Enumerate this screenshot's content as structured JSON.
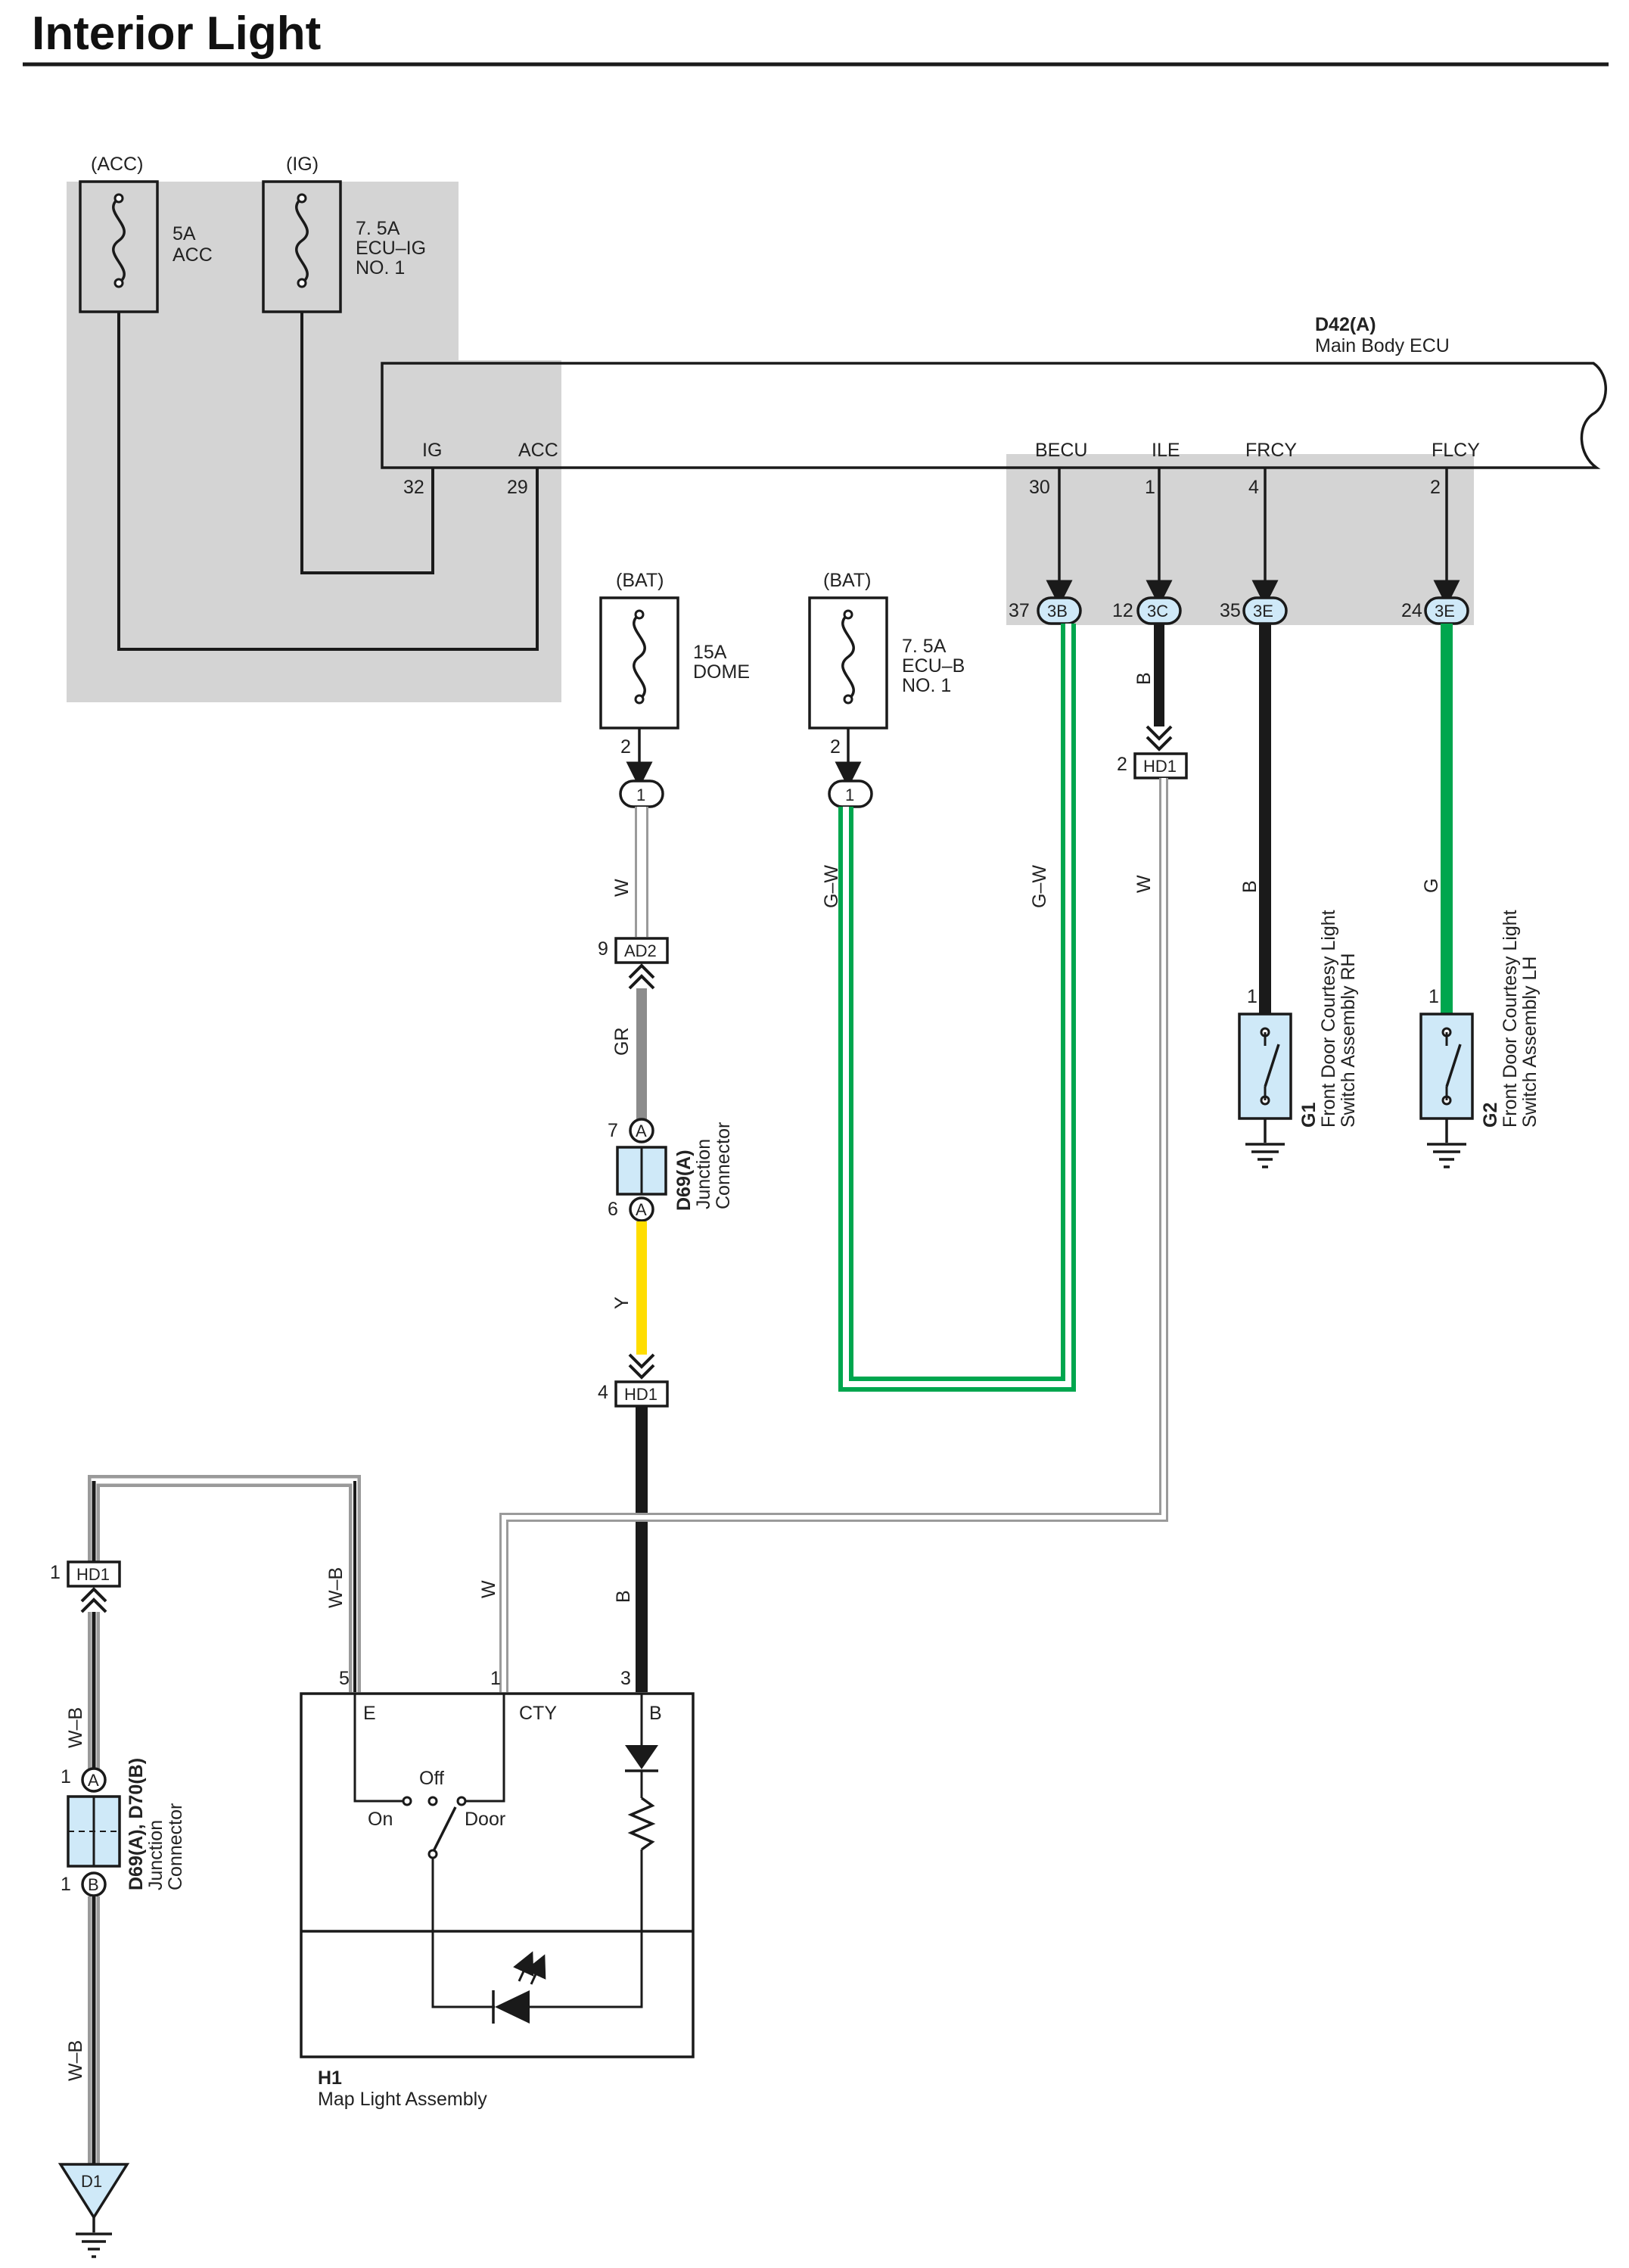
{
  "title": "Interior Light",
  "colors": {
    "component_fill": "#cfe9f8",
    "gray_zone": "#d4d4d4",
    "wire_black": "#1a1a1a",
    "wire_green": "#00a64e",
    "wire_yellow": "#ffdd00",
    "wire_gray": "#8c8c8c",
    "wire_white_outline": "#9a9a9a"
  },
  "fuses": {
    "acc": {
      "source": "(ACC)",
      "rating": "5A",
      "name": "ACC",
      "name2": ""
    },
    "ig": {
      "source": "(IG)",
      "rating": "7. 5A",
      "name": "ECU–IG",
      "name2": "NO. 1"
    },
    "dome": {
      "source": "(BAT)",
      "rating": "15A",
      "name": "DOME",
      "name2": "",
      "pin": "2",
      "terminal": "1"
    },
    "ecub": {
      "source": "(BAT)",
      "rating": "7. 5A",
      "name": "ECU–B",
      "name2": "NO. 1",
      "pin": "2",
      "terminal": "1"
    }
  },
  "ecu": {
    "code": "D42(A)",
    "name": "Main Body ECU",
    "terminals": [
      {
        "label": "IG",
        "pin": "32",
        "conn_pin": "",
        "conn": ""
      },
      {
        "label": "ACC",
        "pin": "29",
        "conn_pin": "",
        "conn": ""
      },
      {
        "label": "BECU",
        "pin": "30",
        "conn_pin": "37",
        "conn": "3B"
      },
      {
        "label": "ILE",
        "pin": "1",
        "conn_pin": "12",
        "conn": "3C"
      },
      {
        "label": "FRCY",
        "pin": "4",
        "conn_pin": "35",
        "conn": "3E"
      },
      {
        "label": "FLCY",
        "pin": "2",
        "conn_pin": "24",
        "conn": "3E"
      }
    ]
  },
  "wires": {
    "w_dome": "W",
    "gw_left": "G–W",
    "gw_right": "G–W",
    "b_ile": "B",
    "w_ile": "W",
    "b_frcy": "B",
    "g_flcy": "G",
    "gr": "GR",
    "y": "Y",
    "wb_left_top": "W–B",
    "wb_e": "W–B",
    "w_cty": "W",
    "b_map": "B",
    "wb_left_bottom": "W–B"
  },
  "connectors": {
    "ad2": {
      "name": "AD2",
      "pin": "9"
    },
    "hd1_ile": {
      "name": "HD1",
      "pin": "2"
    },
    "hd1_main": {
      "name": "HD1",
      "pin": "4"
    },
    "hd1_left": {
      "name": "HD1",
      "pin": "1"
    },
    "d1": {
      "name": "D1"
    }
  },
  "junction_d69": {
    "code": "D69(A)",
    "desc1": "Junction",
    "desc2": "Connector",
    "pin_top": "7",
    "pin_bottom": "6",
    "letter": "A"
  },
  "junction_d69_d70": {
    "code": "D69(A), D70(B)",
    "desc1": "Junction",
    "desc2": "Connector",
    "pin_top": "1",
    "pin_bottom": "1",
    "letter_top": "A",
    "letter_bottom": "B"
  },
  "switches": {
    "g1": {
      "code": "G1",
      "desc1": "Front Door Courtesy Light",
      "desc2": "Switch Assembly RH",
      "pin": "1"
    },
    "g2": {
      "code": "G2",
      "desc1": "Front Door Courtesy Light",
      "desc2": "Switch Assembly LH",
      "pin": "1"
    }
  },
  "map_light": {
    "code": "H1",
    "name": "Map Light Assembly",
    "terminals": [
      {
        "label": "E",
        "pin": "5"
      },
      {
        "label": "CTY",
        "pin": "1"
      },
      {
        "label": "B",
        "pin": "3"
      }
    ],
    "switch_positions": {
      "on": "On",
      "off": "Off",
      "door": "Door"
    }
  }
}
